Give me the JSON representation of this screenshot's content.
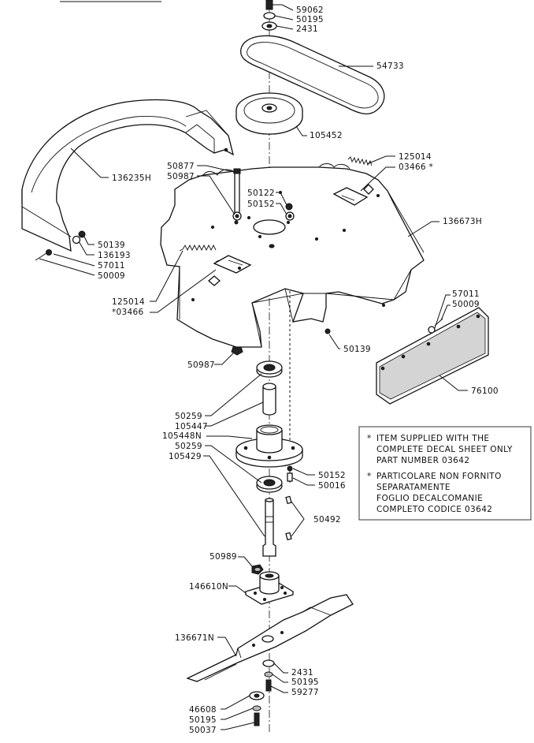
{
  "notes": {
    "english": [
      "ITEM SUPPLIED WITH THE",
      "COMPLETE DECAL SHEET ONLY",
      "PART NUMBER 03642"
    ],
    "italian": [
      "PARTICOLARE NON FORNITO",
      "SEPARATAMENTE",
      "FOGLIO DECALCOMANIE",
      "COMPLETO CODICE 03642"
    ],
    "marker": "*"
  },
  "labels": [
    {
      "id": "l59062",
      "text": "59062"
    },
    {
      "id": "l50195a",
      "text": "50195"
    },
    {
      "id": "l2431a",
      "text": "2431"
    },
    {
      "id": "l54733",
      "text": "54733"
    },
    {
      "id": "l105452",
      "text": "105452"
    },
    {
      "id": "l125014a",
      "text": "125014"
    },
    {
      "id": "l03466a",
      "text": "03466 *"
    },
    {
      "id": "l136235H",
      "text": "136235H"
    },
    {
      "id": "l50877",
      "text": "50877"
    },
    {
      "id": "l50987a",
      "text": "50987"
    },
    {
      "id": "l50122",
      "text": "50122"
    },
    {
      "id": "l50152a",
      "text": "50152"
    },
    {
      "id": "l136673H",
      "text": "136673H"
    },
    {
      "id": "l50139a",
      "text": "50139"
    },
    {
      "id": "l136193",
      "text": "136193"
    },
    {
      "id": "l57011a",
      "text": "57011"
    },
    {
      "id": "l50009a",
      "text": "50009"
    },
    {
      "id": "l125014b",
      "text": "125014"
    },
    {
      "id": "l03466b",
      "text": "*03466"
    },
    {
      "id": "l57011b",
      "text": "57011"
    },
    {
      "id": "l50009b",
      "text": "50009"
    },
    {
      "id": "l50139b",
      "text": "50139"
    },
    {
      "id": "l50987b",
      "text": "50987"
    },
    {
      "id": "l76100",
      "text": "76100"
    },
    {
      "id": "l50259a",
      "text": "50259"
    },
    {
      "id": "l105447",
      "text": "105447"
    },
    {
      "id": "l105448N",
      "text": "105448N"
    },
    {
      "id": "l50259b",
      "text": "50259"
    },
    {
      "id": "l105429",
      "text": "105429"
    },
    {
      "id": "l50152b",
      "text": "50152"
    },
    {
      "id": "l50016",
      "text": "50016"
    },
    {
      "id": "l50492",
      "text": "50492"
    },
    {
      "id": "l50989",
      "text": "50989"
    },
    {
      "id": "l146610N",
      "text": "146610N"
    },
    {
      "id": "l136671N",
      "text": "136671N"
    },
    {
      "id": "l2431b",
      "text": "2431"
    },
    {
      "id": "l50195b",
      "text": "50195"
    },
    {
      "id": "l59277",
      "text": "59277"
    },
    {
      "id": "l46608",
      "text": "46608"
    },
    {
      "id": "l50195c",
      "text": "50195"
    },
    {
      "id": "l50037",
      "text": "50037"
    }
  ]
}
